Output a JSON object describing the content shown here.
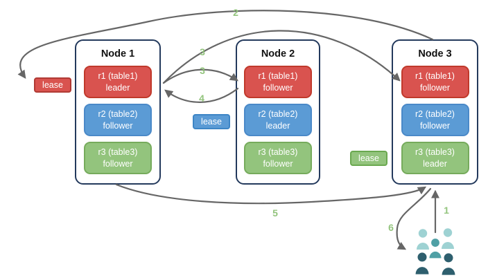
{
  "nodes": [
    {
      "title": "Node 1",
      "replicas": [
        {
          "id": "r1 (table1)",
          "role": "leader",
          "color": "#D9534F"
        },
        {
          "id": "r2 (table2)",
          "role": "follower",
          "color": "#5B9BD5"
        },
        {
          "id": "r3 (table3)",
          "role": "follower",
          "color": "#93C47D"
        }
      ]
    },
    {
      "title": "Node 2",
      "replicas": [
        {
          "id": "r1 (table1)",
          "role": "follower",
          "color": "#D9534F"
        },
        {
          "id": "r2 (table2)",
          "role": "leader",
          "color": "#5B9BD5"
        },
        {
          "id": "r3 (table3)",
          "role": "follower",
          "color": "#93C47D"
        }
      ]
    },
    {
      "title": "Node 3",
      "replicas": [
        {
          "id": "r1 (table1)",
          "role": "follower",
          "color": "#D9534F"
        },
        {
          "id": "r2 (table2)",
          "role": "follower",
          "color": "#5B9BD5"
        },
        {
          "id": "r3 (table3)",
          "role": "leader",
          "color": "#93C47D"
        }
      ]
    }
  ],
  "leases": [
    {
      "label": "lease",
      "color": "#D9534F"
    },
    {
      "label": "lease",
      "color": "#5B9BD5"
    },
    {
      "label": "lease",
      "color": "#93C47D"
    }
  ],
  "arrows": [
    {
      "label": "1"
    },
    {
      "label": "2"
    },
    {
      "label": "3"
    },
    {
      "label": "3"
    },
    {
      "label": "4"
    },
    {
      "label": "5"
    },
    {
      "label": "6"
    }
  ],
  "icons": {
    "clients": "users-group-icon"
  },
  "colors": {
    "replica_red": "#D9534F",
    "replica_blue": "#5B9BD5",
    "replica_green": "#93C47D",
    "node_border": "#23395C",
    "arrow": "#666666",
    "step_label": "#93C47D",
    "users_light": "#9ED2D3",
    "users_mid": "#4FA0A5",
    "users_dark": "#2E5F6E"
  }
}
